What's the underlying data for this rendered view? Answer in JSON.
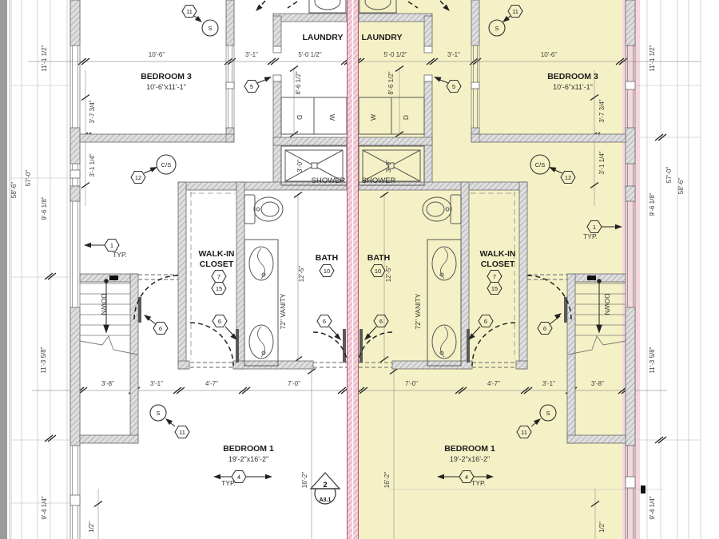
{
  "drawing": {
    "type": "floor-plan",
    "description": "Mirrored duplex second-floor plan, right unit highlighted"
  },
  "rooms": {
    "bedroom3": {
      "name": "BEDROOM 3",
      "size": "10'-6\"x11'-1\""
    },
    "bedroom1": {
      "name": "BEDROOM 1",
      "size": "19'-2\"x16'-2\""
    },
    "laundry": {
      "name": "LAUNDRY"
    },
    "bath": {
      "name": "BATH"
    },
    "shower": {
      "name": "SHOWER"
    },
    "walkin": {
      "line1": "WALK-IN",
      "line2": "CLOSET"
    },
    "stairs": {
      "label": "DOWN"
    }
  },
  "fixtures": {
    "washer": "W",
    "dryer": "D",
    "vanity": "72\" VANITY"
  },
  "dimensions": {
    "d10_6": "10'-6\"",
    "d3_1": "3'-1\"",
    "d5_0h": "5'-0 1/2\"",
    "d8_6h": "8'-6 1/2\"",
    "d11_1h": "11'-1 1/2\"",
    "d3_7": "3'-7 3/4\"",
    "d3_1q": "3'-1 1/4\"",
    "d58_6": "58'-6\"",
    "d57_0": "57'-0\"",
    "d9_6": "9'-6 1/8\"",
    "d12_5": "12'-5\"",
    "d3_0": "3'-0\"",
    "d11_3": "11'-3 5/8\"",
    "d9_4": "9'-4 1/4\"",
    "d16_2": "16'-2\"",
    "d7_0": "7'-0\"",
    "d4_7": "4'-7\"",
    "d3_8": "3'-8\"",
    "d0_5": "1/2\""
  },
  "keynotes": {
    "k1": "1",
    "k4": "4",
    "k5": "5",
    "k6": "6",
    "k7": "7",
    "k10": "10",
    "k11": "11",
    "k12": "12",
    "k15": "15"
  },
  "symbols": {
    "s": "S",
    "cs": "C/S",
    "typ": "TYP."
  },
  "section_marker": {
    "number": "2",
    "sheet": "A3.1"
  },
  "colors": {
    "unit_highlight": "#f5f1c6",
    "party_wall_pink": "#f6d3dc",
    "exterior_pink_band": "#f5d7de",
    "wall_hatch": "#dedede"
  }
}
